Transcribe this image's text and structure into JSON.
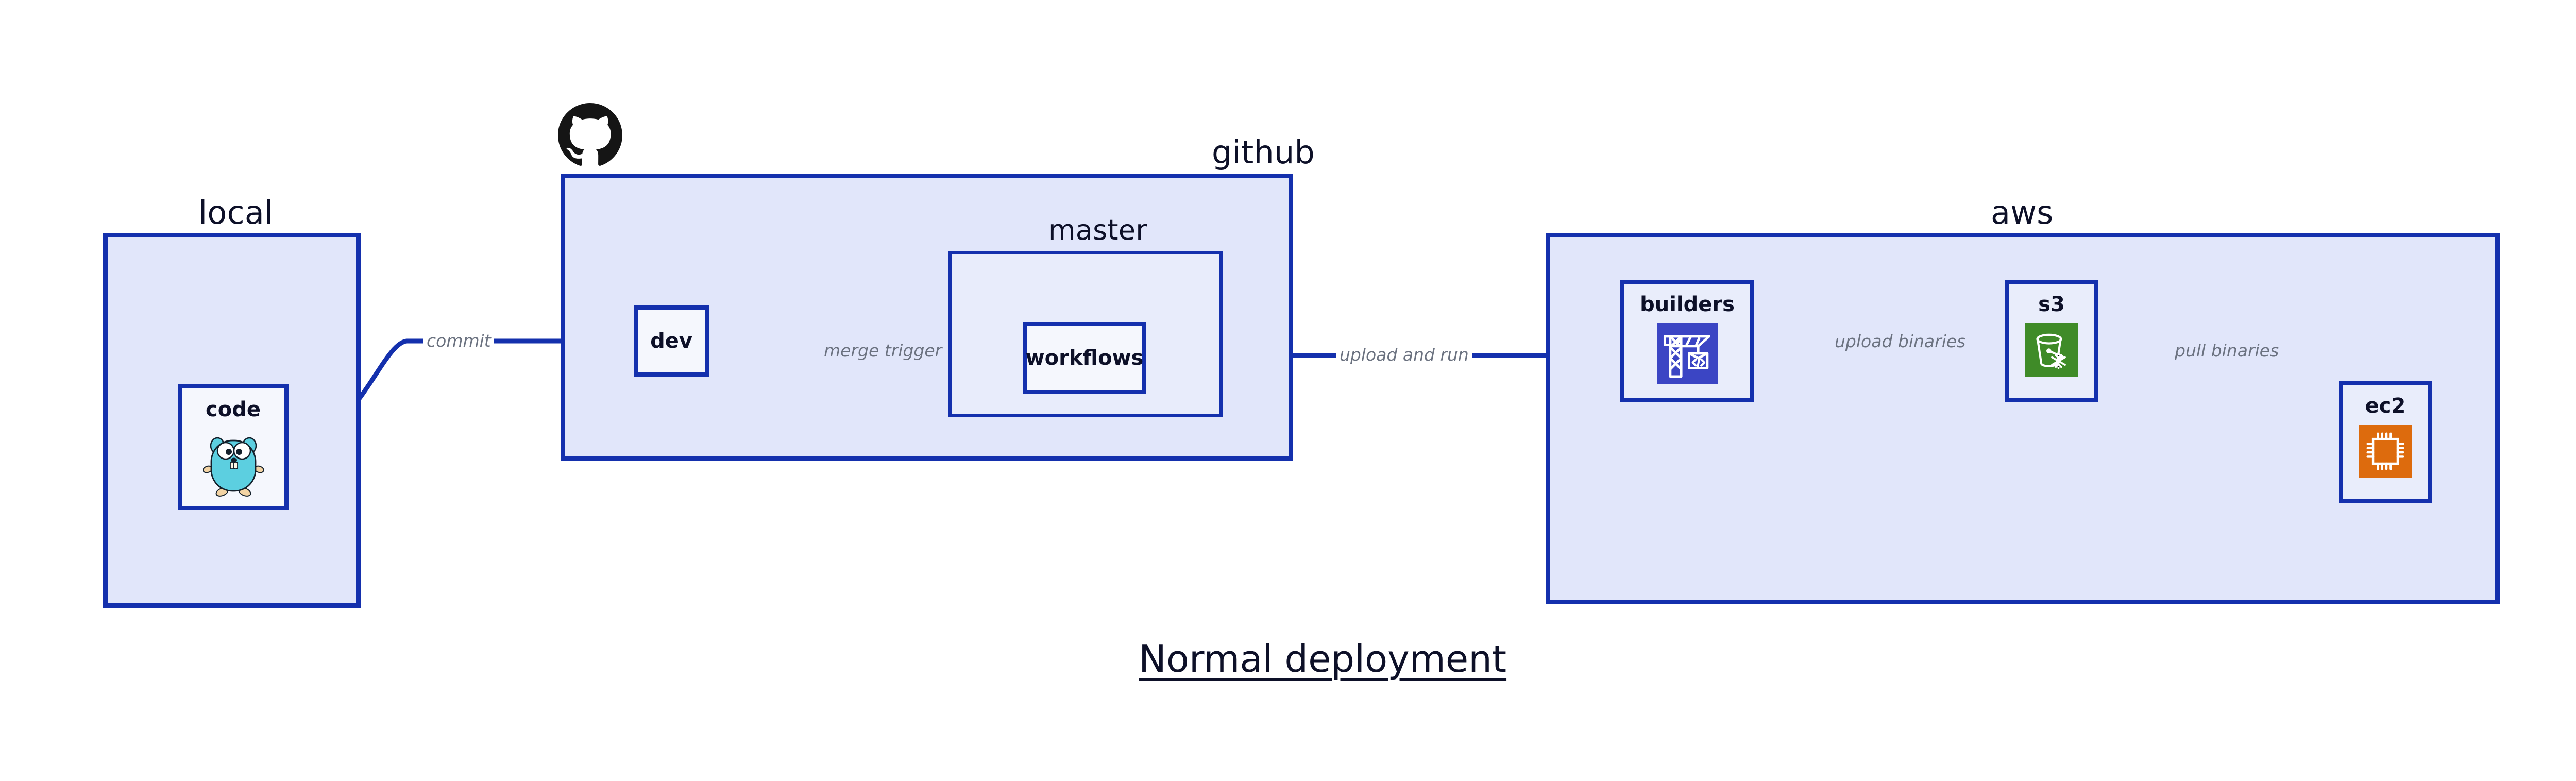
{
  "diagram": {
    "title": "Normal deployment",
    "colors": {
      "group_fill": "#e1e6fa",
      "group_stroke": "#1430ad",
      "node_fill": "#e9edfb",
      "node_stroke": "#1430ad",
      "label_text": "#0d1028",
      "edge_label_text": "#6b7280",
      "builders_icon": "#3b45c4",
      "s3_icon": "#3f8b28",
      "ec2_icon": "#dd6b0d",
      "github_logo": "#151515",
      "gopher": "#5ccfe0"
    }
  },
  "groups": [
    {
      "id": "local",
      "label": "local"
    },
    {
      "id": "github",
      "label": "github"
    },
    {
      "id": "aws",
      "label": "aws"
    }
  ],
  "subgroups": [
    {
      "id": "master",
      "label": "master"
    }
  ],
  "nodes": [
    {
      "id": "code",
      "label": "code",
      "icon": "go-gopher-icon",
      "group": "local"
    },
    {
      "id": "dev",
      "label": "dev",
      "icon": null,
      "group": "github"
    },
    {
      "id": "workflows",
      "label": "workflows",
      "icon": null,
      "group": "master"
    },
    {
      "id": "builders",
      "label": "builders",
      "icon": "crane-code-icon",
      "group": "aws"
    },
    {
      "id": "s3",
      "label": "s3",
      "icon": "bucket-snowflake-icon",
      "group": "aws"
    },
    {
      "id": "ec2",
      "label": "ec2",
      "icon": "cpu-chip-icon",
      "group": "aws"
    }
  ],
  "edges": [
    {
      "id": "commit",
      "label": "commit",
      "from": "code",
      "to": "dev"
    },
    {
      "id": "merge-trigger",
      "label": "merge trigger",
      "from": "dev",
      "to": "workflows"
    },
    {
      "id": "upload-and-run",
      "label": "upload and run",
      "from": "workflows",
      "to": "builders"
    },
    {
      "id": "upload-binaries",
      "label": "upload binaries",
      "from": "builders",
      "to": "s3"
    },
    {
      "id": "pull-binaries",
      "label": "pull binaries",
      "from": "s3",
      "to": "ec2"
    }
  ],
  "logos": [
    {
      "id": "github-logo",
      "name": "github-octocat-logo"
    }
  ]
}
